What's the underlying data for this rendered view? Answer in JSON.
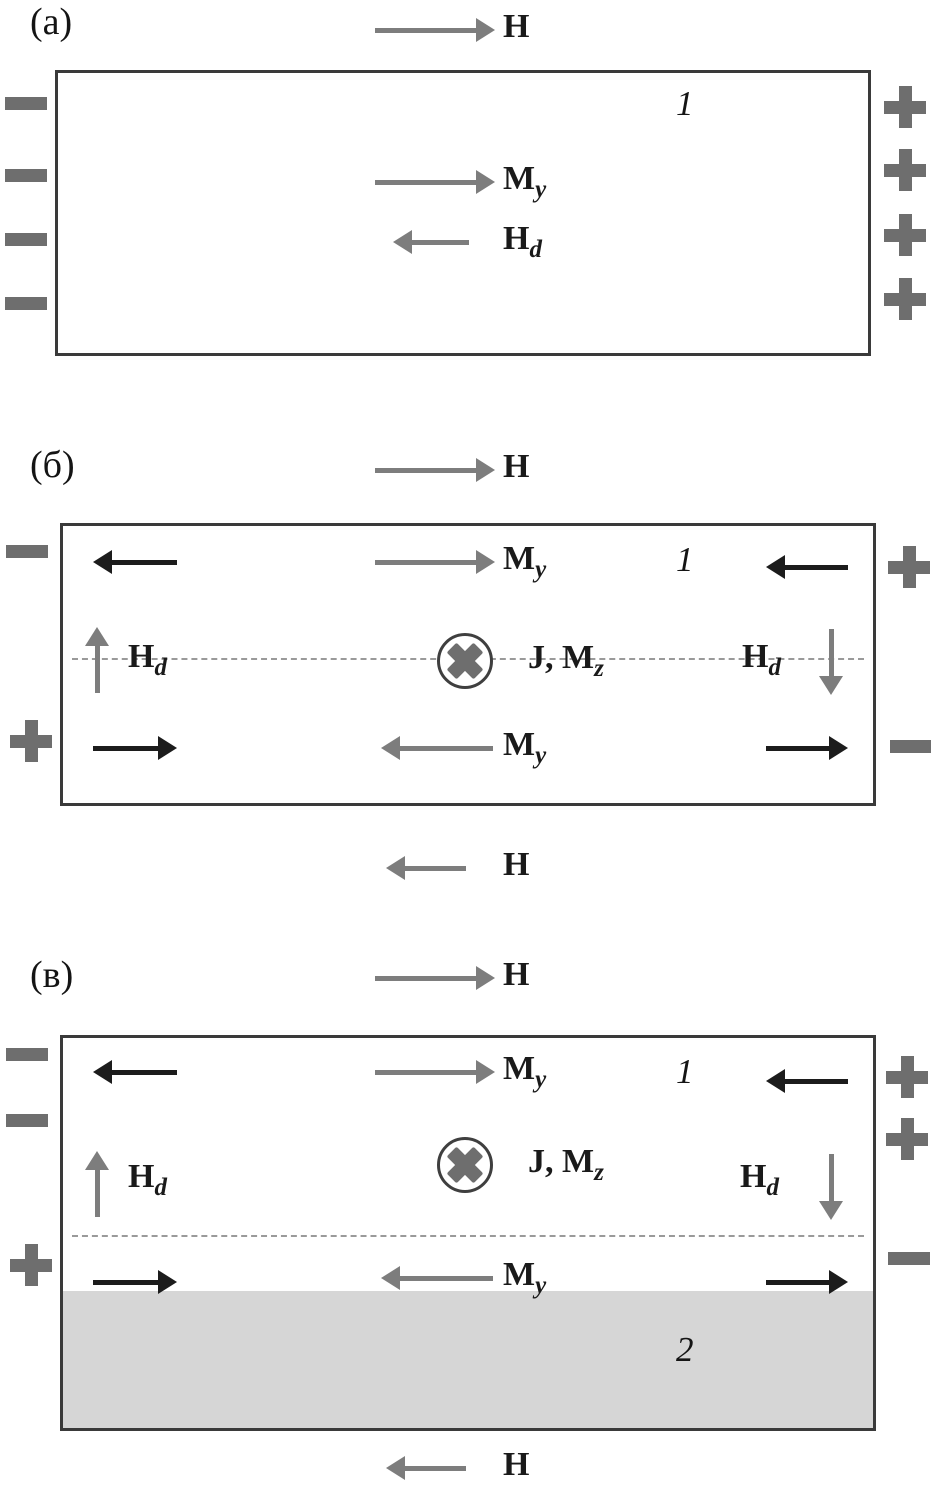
{
  "figure": {
    "description": "Three-panel schematic of magnetic film with field H, magnetization My, demagnetizing field Hd, current J and Mz; surface charges shown as plus/minus symbols",
    "panels": [
      {
        "id": "a",
        "tag": "(а)"
      },
      {
        "id": "b",
        "tag": "(б)"
      },
      {
        "id": "v",
        "tag": "(в)"
      }
    ]
  },
  "labels": {
    "panel_a": "(а)",
    "panel_b": "(б)",
    "panel_v": "(в)",
    "H": "H",
    "M": "M",
    "sub_y": "y",
    "sub_d": "d",
    "sub_z": "z",
    "J_M": "J, M",
    "region_1": "1",
    "region_2": "2"
  },
  "icons": {
    "current_into_page": "circle-with-x",
    "plus_charge": "gray-cross",
    "minus_charge": "gray-bar",
    "field_arrows": "solid-arrow"
  },
  "colors": {
    "arrow-gray": "#7d7d7d",
    "arrow-black": "#1c1c1c",
    "charge-gray": "#6e6e6e",
    "border-dark": "#3a3a3a",
    "region2-fill": "#d6d6d6",
    "dash-gray": "#9a9a9a",
    "text-dark": "#1a1a1a"
  }
}
